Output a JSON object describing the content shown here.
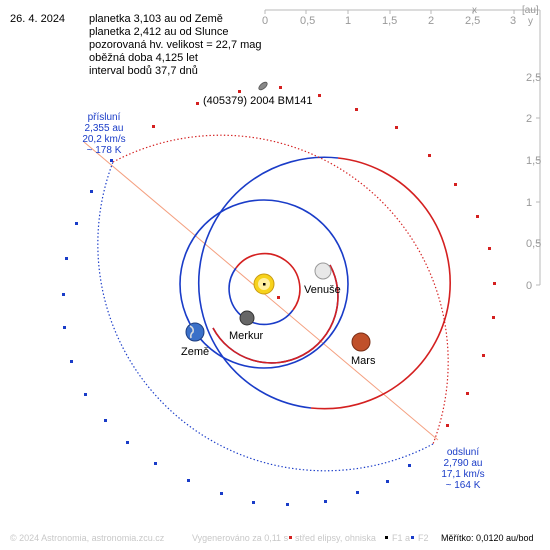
{
  "header": {
    "date": "26. 4. 2024",
    "info_lines": [
      "planetka 3,103 au od Země",
      "planetka 2,412 au od Slunce",
      "pozorovaná hv. velikost = 22,7 mag",
      "oběžná doba 4,125 let",
      "interval bodů 37,7 dnů"
    ]
  },
  "axes": {
    "x_label": "x",
    "y_label": "y",
    "unit": "[au]",
    "x_ticks": [
      "0",
      "0,5",
      "1",
      "1,5",
      "2",
      "2,5",
      "3"
    ],
    "y_ticks": [
      "2,5",
      "2",
      "1,5",
      "1",
      "0,5",
      "0"
    ]
  },
  "asteroid": {
    "name": "(405379) 2004 BM141"
  },
  "perihelion": {
    "title": "přísluní",
    "distance": "2,355 au",
    "speed": "20,2 km/s",
    "temp": "~ 178 K"
  },
  "aphelion": {
    "title": "odsluní",
    "distance": "2,790 au",
    "speed": "17,1 km/s",
    "temp": "~ 164 K"
  },
  "planets": {
    "earth": "Země",
    "mercury": "Merkur",
    "venus": "Venuše",
    "mars": "Mars"
  },
  "footer": {
    "copyright": "© 2024 Astronomia, astronomia.zcu.cz",
    "generated": "Vygenerováno za 0,11 s",
    "legend_center": "střed elipsy, ohniska",
    "legend_f1": "F1 a",
    "legend_f2": "F2",
    "scale": "Měřítko: 0,0120 au/bod"
  },
  "colors": {
    "above_ecliptic": "#d42020",
    "below_ecliptic": "#1a3cc8",
    "apsides_line": "#f4a080",
    "label_blue": "#1a3cc8",
    "axis_gray": "#b0b0b0"
  }
}
